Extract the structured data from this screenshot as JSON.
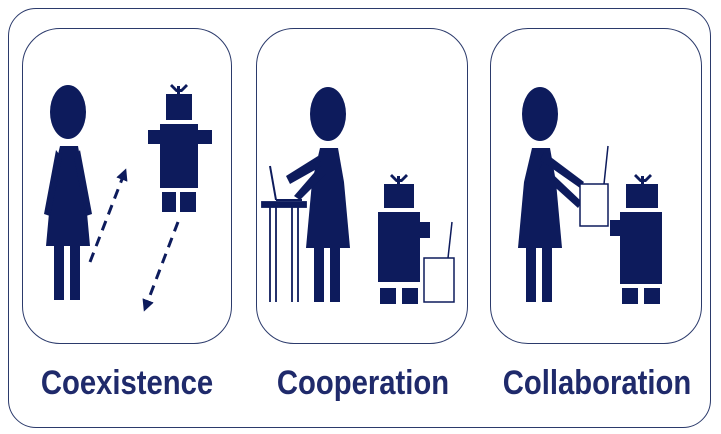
{
  "labels": {
    "coexistence": "Coexistence",
    "cooperation": "Cooperation",
    "collaboration": "Collaboration"
  },
  "colors": {
    "figure": "#0d1b5c",
    "border": "#2b3a6b",
    "text": "#1f2a6b"
  },
  "icons": [
    "human-figure-icon",
    "robot-figure-icon",
    "laptop-icon",
    "box-icon",
    "dashed-arrow-icon"
  ]
}
